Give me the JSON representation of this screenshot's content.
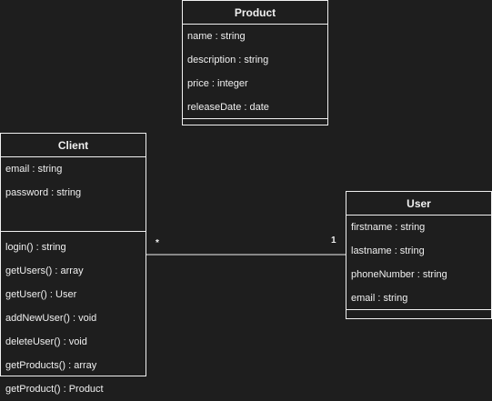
{
  "classes": {
    "product": {
      "name": "Product",
      "attributes": [
        "name : string",
        "description : string",
        "price : integer",
        "releaseDate : date"
      ],
      "operations": []
    },
    "client": {
      "name": "Client",
      "attributes": [
        "email : string",
        "password : string"
      ],
      "operations": [
        "login() : string",
        "getUsers() : array",
        "getUser() : User",
        "addNewUser() : void",
        "deleteUser() : void",
        "getProducts() : array",
        "getProduct() : Product"
      ]
    },
    "user": {
      "name": "User",
      "attributes": [
        "firstname : string",
        "lastname : string",
        "phoneNumber : string",
        "email : string"
      ],
      "operations": []
    }
  },
  "association": {
    "client_multiplicity": "*",
    "user_multiplicity": "1"
  },
  "colors": {
    "background": "#1e1e1e",
    "stroke": "#f0f0f0"
  }
}
